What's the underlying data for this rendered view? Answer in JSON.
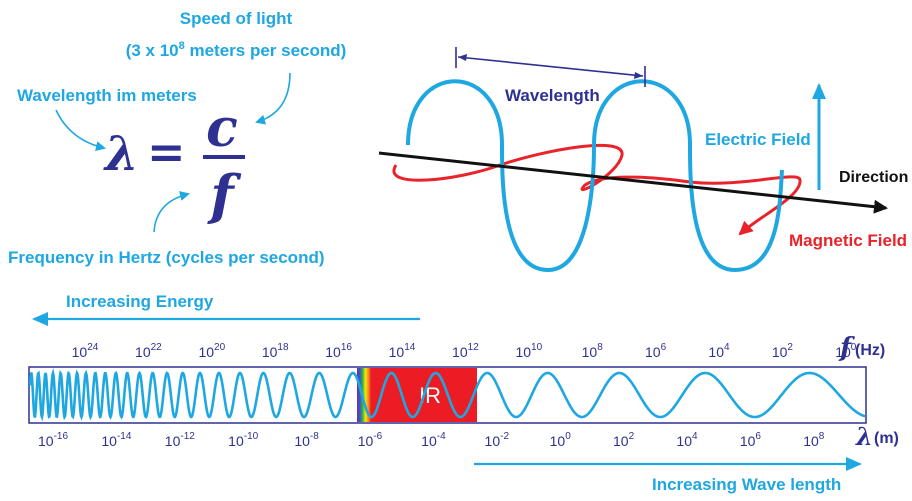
{
  "colors": {
    "blue": "#1ea7e1",
    "navy": "#2e3192",
    "red": "#e8232a",
    "black": "#111111",
    "ir_band": "#ec1c24"
  },
  "formula": {
    "speed_title": "Speed of light",
    "speed_detail": "(3 x 10",
    "speed_detail_exp": "8",
    "speed_detail_tail": " meters per second)",
    "wavelength_label": "Wavelength im meters",
    "frequency_label": "Frequency in Hertz (cycles per second)",
    "lambda": "λ",
    "equals": "=",
    "numerator": "c",
    "denominator": "f"
  },
  "wave_diagram": {
    "wavelength_label": "Wavelength",
    "electric_label": "Electric Field",
    "magnetic_label": "Magnetic  Field",
    "direction_label": "Direction"
  },
  "spectrum": {
    "energy_label": "Increasing Energy",
    "wavelength_label": "Increasing Wave length",
    "band_label": "IR",
    "frequency_unit_symbol": "f",
    "frequency_unit": "(Hz)",
    "wavelength_unit_symbol": "λ",
    "wavelength_unit": "(m)",
    "frequency_exponents": [
      "24",
      "22",
      "20",
      "18",
      "16",
      "14",
      "12",
      "10",
      "8",
      "6",
      "4",
      "2",
      "0"
    ],
    "wavelength_exponents": [
      "-16",
      "-14",
      "-12",
      "-10",
      "-8",
      "-6",
      "-4",
      "-2",
      "0",
      "2",
      "4",
      "6",
      "8"
    ]
  }
}
